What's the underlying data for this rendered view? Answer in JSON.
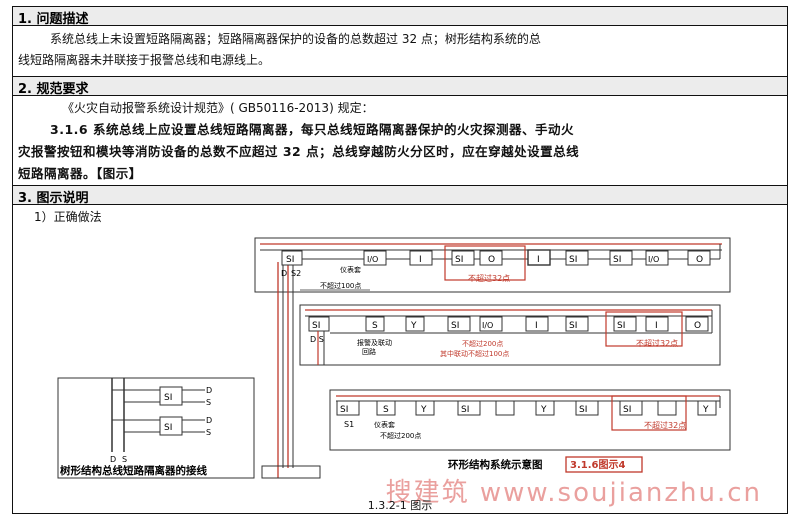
{
  "section1": {
    "heading": "1. 问题描述",
    "line1": "系统总线上未设置短路隔离器；短路隔离器保护的设备的总数超过 32 点；树形结构系统的总",
    "line2": "线短路隔离器未并联接于报警总线和电源线上。"
  },
  "section2": {
    "heading": "2. 规范要求",
    "line1": "《火灾自动报警系统设计规范》( GB50116-2013) 规定：",
    "line2": "3.1.6 系统总线上应设置总线短路隔离器，每只总线短路隔离器保护的火灾探测器、手动火",
    "line3": "灾报警按钮和模块等消防设备的总数不应超过 32 点；总线穿越防火分区时，应在穿越处设置总线",
    "line4": "短路隔离器。【图示】"
  },
  "section3": {
    "heading": "3. 图示说明",
    "sub": "1）正确做法"
  },
  "diagram": {
    "si": "SI",
    "io": "I/O",
    "i": "I",
    "o": "O",
    "s": "S",
    "y": "Y",
    "d": "D",
    "s2": "S2",
    "s1": "S1",
    "ds": "D  S",
    "yigai": "仪表套",
    "not100": "不超过100点",
    "not32a": "不超过32点",
    "jingbao": "报警及联动",
    "huilu": "回路",
    "not200": "不超过200点",
    "liandong100": "其中联动不超过100点",
    "not32b": "不超过32点",
    "not200b": "不超过200点",
    "not32c": "不超过32点",
    "tree_label": "树形结构总线短路隔离器的接线",
    "ring_label": "环形结构系统示意图",
    "fig_tag": "3.1.6图示4"
  },
  "caption": "1.3.2-1  图示",
  "watermark": "搜建筑 www.soujianzhu.cn",
  "colors": {
    "red": "#c0392b",
    "line": "#333333",
    "tag_bg": "#ffffff"
  }
}
